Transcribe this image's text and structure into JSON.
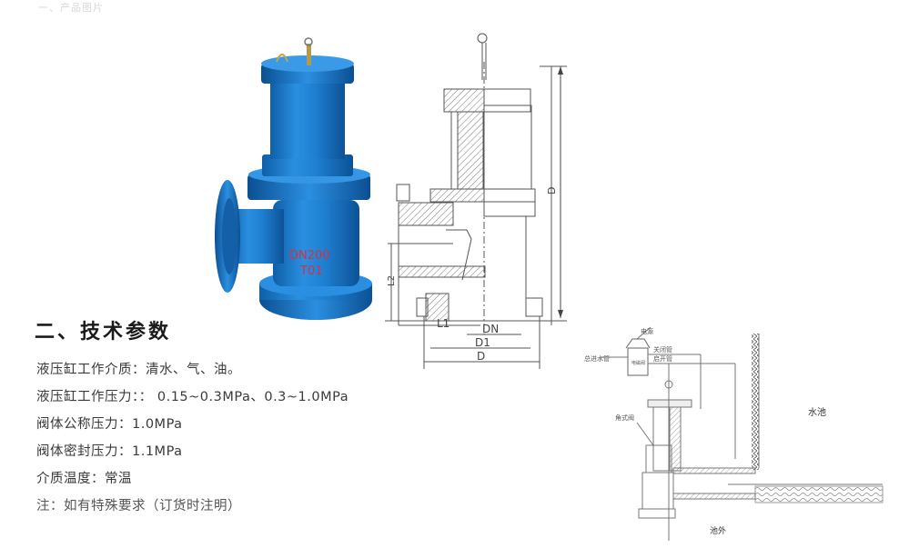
{
  "header": {
    "faded_text": "一、产品图片"
  },
  "product_photo": {
    "body_color": "#1e7fd0",
    "marking_line1": "DN200",
    "marking_line2": "T01",
    "marking_color": "#d83040"
  },
  "technical_drawing": {
    "dim_labels": {
      "height": "D",
      "l2": "L2",
      "l1": "L1",
      "dn": "DN",
      "d1": "D1",
      "d": "D"
    }
  },
  "section": {
    "title": "二、技术参数"
  },
  "params": [
    {
      "label": "液压缸工作介质",
      "sep": "：",
      "value": "清水、气、油。"
    },
    {
      "label": "液压缸工作压力",
      "sep": "：：",
      "value": "0.15~0.3MPa、0.3~1.0MPa"
    },
    {
      "label": "阀体公称压力",
      "sep": "：",
      "value": "1.0MPa"
    },
    {
      "label": "阀体密封压力",
      "sep": "：",
      "value": "1.1MPa"
    },
    {
      "label": "介质温度",
      "sep": "：",
      "value": "常温"
    }
  ],
  "note": "注：如有特殊要求（订货时注明）",
  "install_diagram": {
    "labels": {
      "power": "电源",
      "main_inlet": "总进水管",
      "solenoid": "电磁阀",
      "close_pipe": "关闭管",
      "open_pipe": "启开管",
      "valve": "角式阀",
      "tank": "水池",
      "outside": "池外"
    }
  }
}
